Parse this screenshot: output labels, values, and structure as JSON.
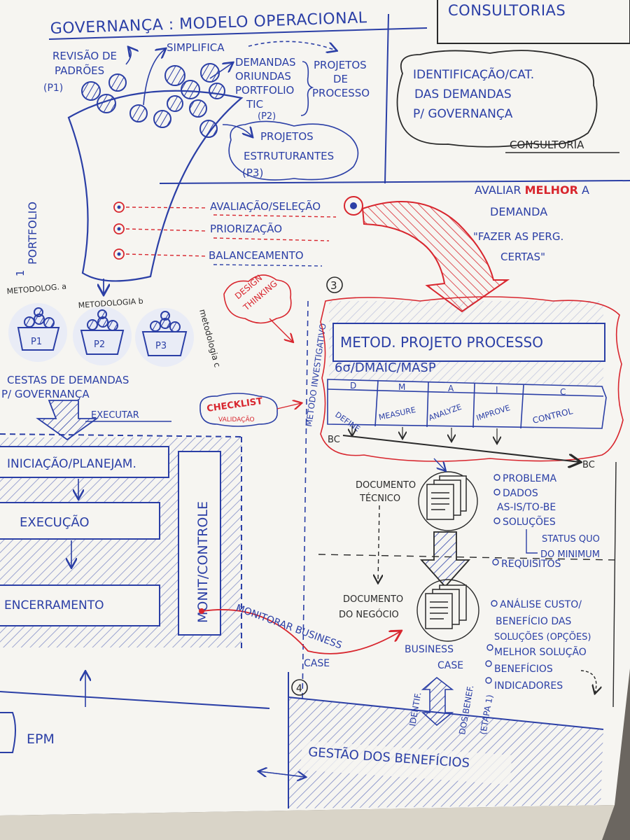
{
  "title": "GOVERNANÇA : MODELO OPERACIONAL",
  "consultorias": "CONSULTORIAS",
  "funnel": {
    "revisao": [
      "REVISÃO DE",
      "PADRÕES",
      "(P1)"
    ],
    "simplifica": "SIMPLIFICA",
    "demandas": [
      "DEMANDAS",
      "ORIUNDAS",
      "PORTFOLIO",
      "TIC",
      "(P2)"
    ],
    "projetos_processo": [
      "PROJETOS",
      "DE",
      "PROCESSO"
    ],
    "projetos_estruturantes": [
      "PROJETOS",
      "ESTRUTURANTES",
      "(P3)"
    ]
  },
  "identificacao": [
    "IDENTIFICAÇÃO/CAT.",
    "DAS DEMANDAS",
    "P/ GOVERNANÇA"
  ],
  "consultoria": "CONSULTORIA",
  "portfolio": {
    "number": "1",
    "label": "PORTFOLIO",
    "steps": [
      "AVALIAÇÃO/SELEÇÃO",
      "PRIORIZAÇÃO",
      "BALANCEAMENTO"
    ]
  },
  "avaliar": {
    "prefix": "AVALIAR",
    "highlight": "MELHOR",
    "suffix": "A",
    "line2": "DEMANDA",
    "line3": "\"FAZER AS PERG.",
    "line4": "CERTAS\""
  },
  "metodologias": {
    "a": "METODOLOG. a",
    "b": "METODOLOGIA b",
    "c": "metodologia c",
    "baskets": [
      "P1",
      "P2",
      "P3"
    ]
  },
  "cestas": [
    "CESTAS DE DEMANDAS",
    "P/ GOVERNANÇA"
  ],
  "executar": "EXECUTAR",
  "design_thinking": [
    "DESIGN",
    "THINKING"
  ],
  "checklist": [
    "CHECKLIST",
    "VALIDAÇÃO"
  ],
  "metodo_investigativo": "METODO INVESTIGATIVO",
  "step3": "3",
  "metod_title": "METOD. PROJETO PROCESSO",
  "metod_sub": "6σ/DMAIC/MASP",
  "dmaic": {
    "letters": [
      "D",
      "M",
      "A",
      "I",
      "C"
    ],
    "words": [
      "DEFINE",
      "MEASURE",
      "ANALYZE",
      "IMPROVE",
      "CONTROL"
    ]
  },
  "bc": "BC",
  "project": {
    "iniciacao": "INICIAÇÃO/PLANEJAM.",
    "execucao": "EXECUÇÃO",
    "encerramento": "ENCERRAMENTO",
    "monit": "MONIT/CONTROLE"
  },
  "doc_tecnico": [
    "DOCUMENTO",
    "TÉCNICO"
  ],
  "doc_tecnico_items": [
    "PROBLEMA",
    "DADOS",
    "AS-IS/TO-BE",
    "SOLUÇÕES"
  ],
  "status_quo": [
    "STATUS QUO",
    "DO MINIMUM"
  ],
  "requisitos": "REQUISITOS",
  "doc_negocio": [
    "DOCUMENTO",
    "DO NEGÓCIO"
  ],
  "business_case": [
    "BUSINESS",
    "CASE"
  ],
  "bc_items": [
    "ANÁLISE CUSTO/",
    "BENEFÍCIO DAS",
    "SOLUÇÕES (OPÇÕES)",
    "MELHOR SOLUÇÃO",
    "BENEFÍCIOS",
    "INDICADORES"
  ],
  "monitorar": [
    "MONITORAR BUSINESS",
    "CASE"
  ],
  "step4": "4",
  "identif": [
    "IDENTIF.",
    "DOS BENEF.",
    "(ETAPA 1)"
  ],
  "epm": "EPM",
  "gestao": "GESTÃO DOS BENEFÍCIOS",
  "colors": {
    "blue": "#2b3fa6",
    "red": "#d8262e",
    "paper": "#f6f5f1",
    "dark": "#2a2a2a"
  }
}
